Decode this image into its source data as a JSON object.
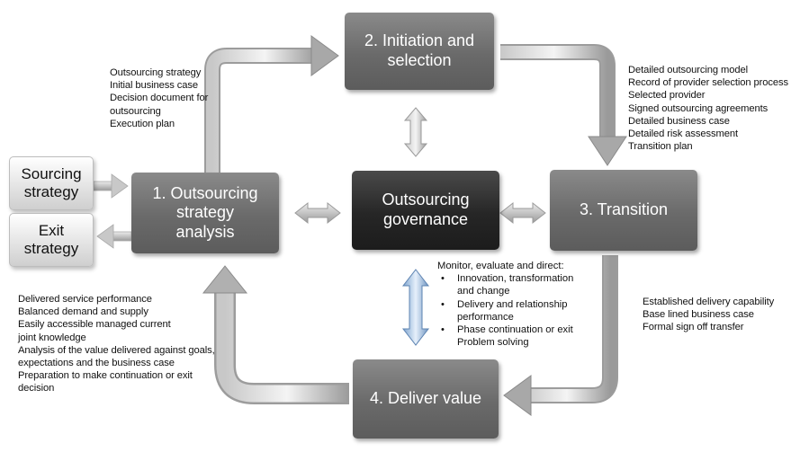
{
  "boxes": {
    "sourcing": "Sourcing\nstrategy",
    "exit": "Exit\nstrategy",
    "step1": "1. Outsourcing\nstrategy\nanalysis",
    "step2": "2. Initiation and\nselection",
    "step3": "3. Transition",
    "step4": "4. Deliver value",
    "governance": "Outsourcing\ngovernance"
  },
  "notes": {
    "step1_outputs": [
      "Outsourcing strategy",
      "Initial business case",
      "Decision document for",
      "outsourcing",
      "Execution plan"
    ],
    "step2_outputs": [
      "Detailed outsourcing model",
      "Record of provider selection process",
      "Selected provider",
      "Signed outsourcing agreements",
      "Detailed business case",
      "Detailed risk assessment",
      "Transition plan"
    ],
    "step3_outputs": [
      "Established delivery capability",
      "Base lined business case",
      "Formal sign off transfer"
    ],
    "step4_outputs": [
      "Delivered service performance",
      "Balanced demand and supply",
      "Easily accessible managed current",
      "joint knowledge",
      "Analysis of the value delivered against goals,",
      "expectations and the business case",
      "Preparation to make continuation or exit",
      "decision"
    ]
  },
  "governance_tasks": {
    "title": "Monitor, evaluate and direct:",
    "items": [
      "Innovation, transformation\nand change",
      "Delivery and relationship\nperformance",
      "Phase continuation or exit"
    ],
    "tail": "Problem solving"
  }
}
